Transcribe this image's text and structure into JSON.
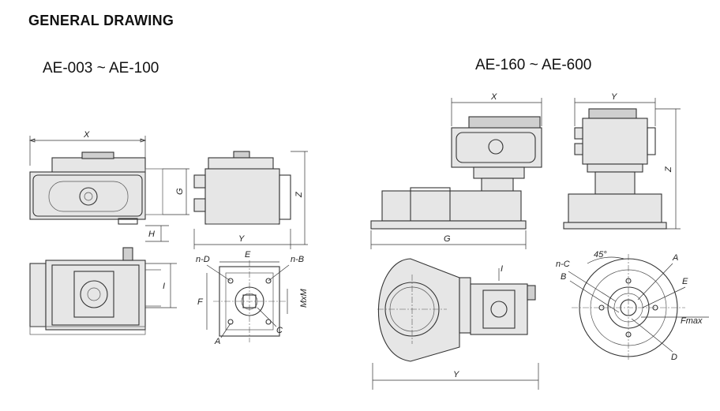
{
  "title": "GENERAL DRAWING",
  "series_left": "AE-003 ~ AE-100",
  "series_right": "AE-160 ~ AE-600",
  "dims": {
    "left_x": "X",
    "left_g": "G",
    "left_h": "H",
    "left_y": "Y",
    "left_z": "Z",
    "left_i": "I",
    "left_e": "E",
    "left_nd": "n-D",
    "left_nb": "n-B",
    "left_f": "F",
    "left_mxm": "MxM",
    "left_a": "A",
    "left_c": "C",
    "right_x": "X",
    "right_y_top": "Y",
    "right_z": "Z",
    "right_g": "G",
    "right_i": "I",
    "right_y_bottom": "Y",
    "right_nc": "n-C",
    "right_b": "B",
    "right_a": "A",
    "right_e": "E",
    "right_fmax": "Fmax",
    "right_d": "D",
    "right_angle": "45°"
  }
}
